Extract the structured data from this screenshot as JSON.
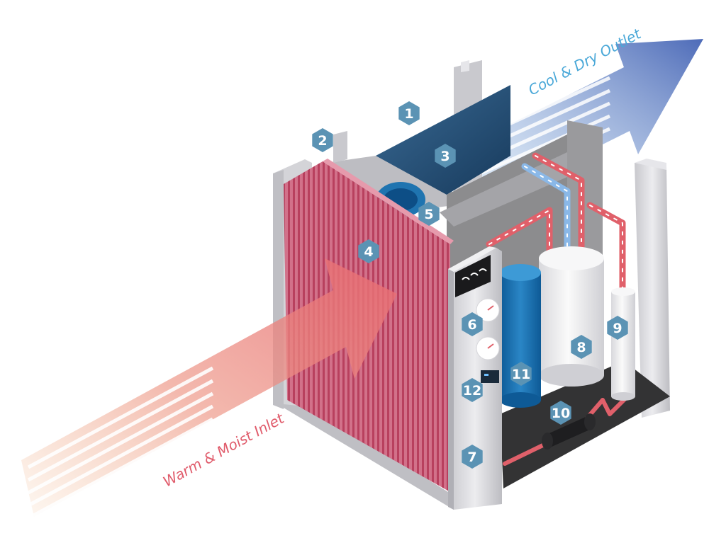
{
  "flows": {
    "inlet": {
      "label": "Warm & Moist Inlet",
      "color": "#e05a6a"
    },
    "outlet": {
      "label": "Cool & Dry Outlet",
      "color": "#4aa8d8"
    }
  },
  "badges": [
    {
      "id": "1",
      "label": "1"
    },
    {
      "id": "2",
      "label": "2"
    },
    {
      "id": "3",
      "label": "3"
    },
    {
      "id": "4",
      "label": "4"
    },
    {
      "id": "5",
      "label": "5"
    },
    {
      "id": "6",
      "label": "6"
    },
    {
      "id": "7",
      "label": "7"
    },
    {
      "id": "8",
      "label": "8"
    },
    {
      "id": "9",
      "label": "9"
    },
    {
      "id": "10",
      "label": "10"
    },
    {
      "id": "11",
      "label": "11"
    },
    {
      "id": "12",
      "label": "12"
    }
  ],
  "colors": {
    "badge": "#5b93b4",
    "coil": "#c0506e",
    "hot_pipe": "#e0606a",
    "cold_pipe": "#8ab8e8",
    "frame": "#d9d9dd",
    "interior": "#8c8c8e",
    "compressor": "#f2f2f2",
    "tank": "#1f74b0",
    "filter_panel": "#1f4a6e"
  }
}
